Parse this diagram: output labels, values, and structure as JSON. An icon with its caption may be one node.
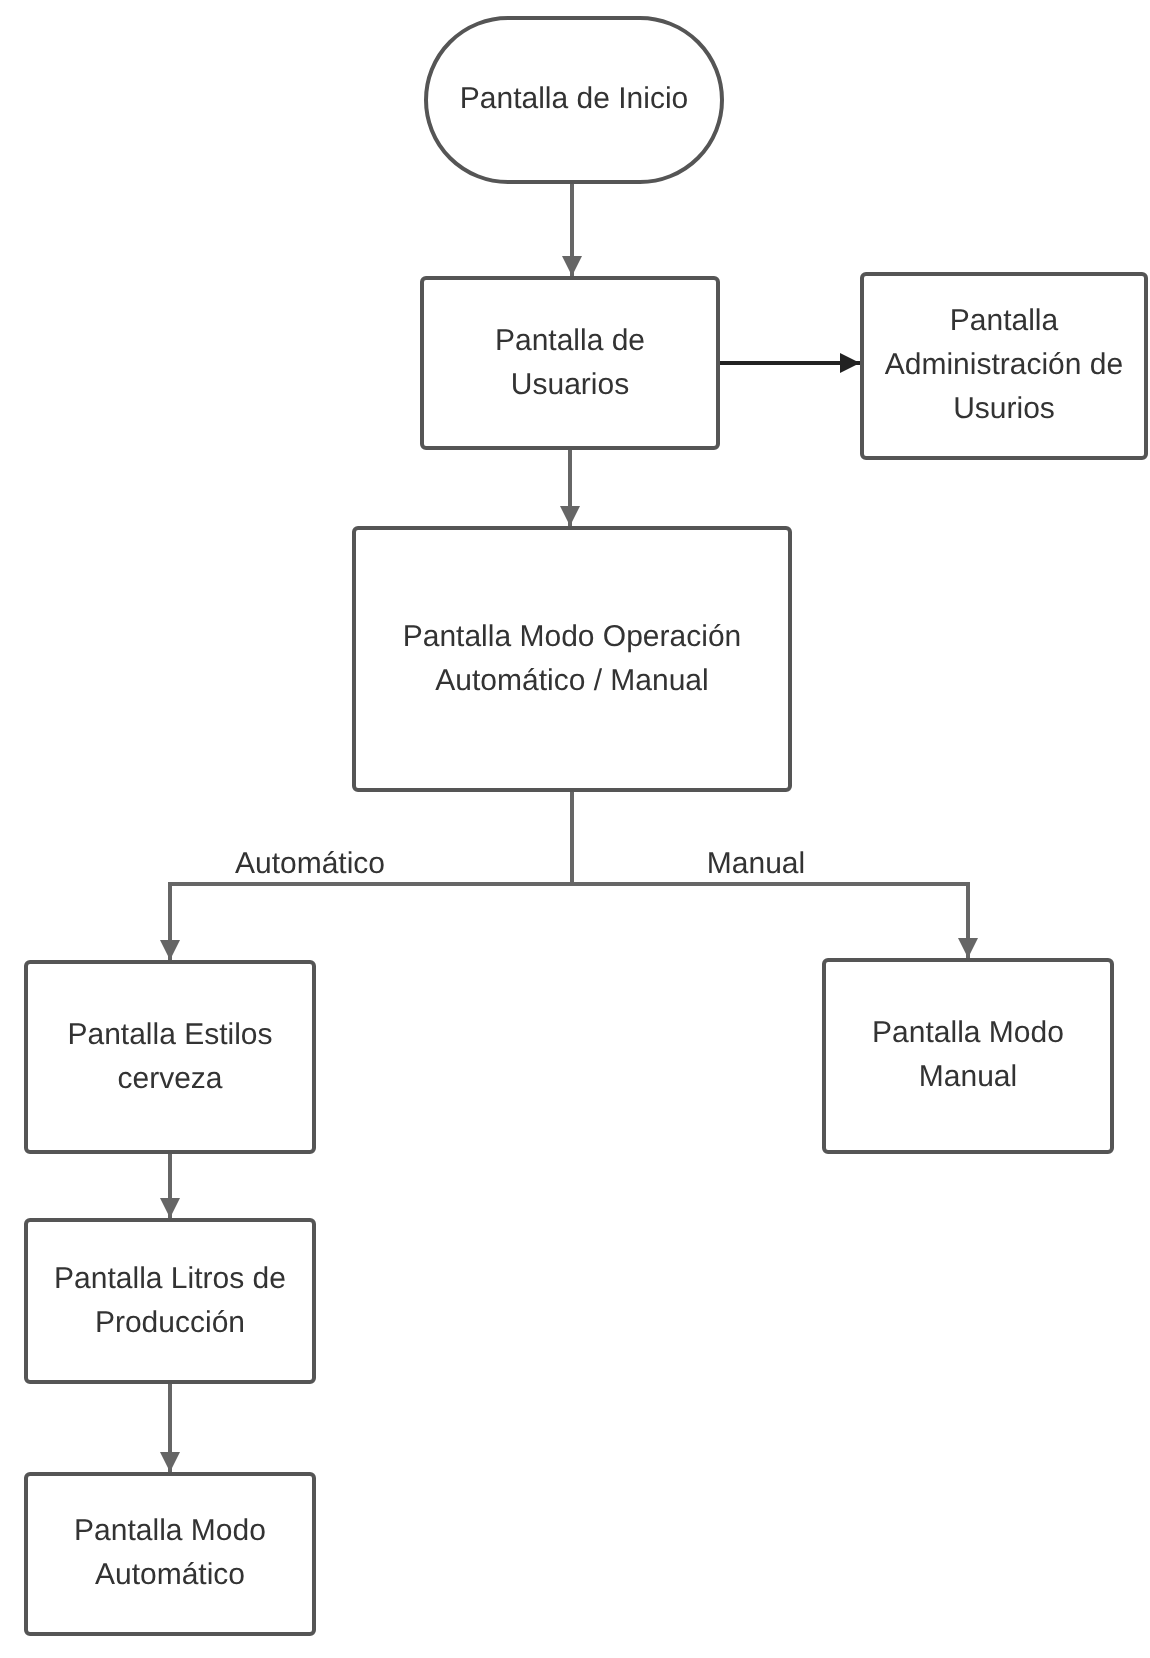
{
  "diagram": {
    "nodes": [
      {
        "text": [
          "Pantalla de Inicio"
        ]
      },
      {
        "text": [
          "Pantalla de Usuarios"
        ]
      },
      {
        "text": [
          "Pantalla Administración de Usurios"
        ]
      },
      {
        "text": [
          "Pantalla Modo Operación Automático / Manual"
        ]
      },
      {
        "text": [
          "Pantalla Estilos cerveza"
        ]
      },
      {
        "text": [
          "Pantalla Modo Manual"
        ]
      },
      {
        "text": [
          "Pantalla Litros de Producción"
        ]
      },
      {
        "text": [
          "Pantalla Modo Automático"
        ]
      }
    ],
    "edges": [
      {
        "from": 0,
        "to": 1,
        "arrow": "to"
      },
      {
        "from": 1,
        "to": 2,
        "arrow": "to",
        "color": "#222222"
      },
      {
        "from": 1,
        "to": 3,
        "arrow": "to"
      },
      {
        "from": 3,
        "to": 4,
        "arrow": "to",
        "label": "Automático"
      },
      {
        "from": 3,
        "to": 5,
        "arrow": "to",
        "label": "Manual"
      },
      {
        "from": 4,
        "to": 6,
        "arrow": "to"
      },
      {
        "from": 6,
        "to": 7,
        "arrow": "to"
      }
    ]
  }
}
